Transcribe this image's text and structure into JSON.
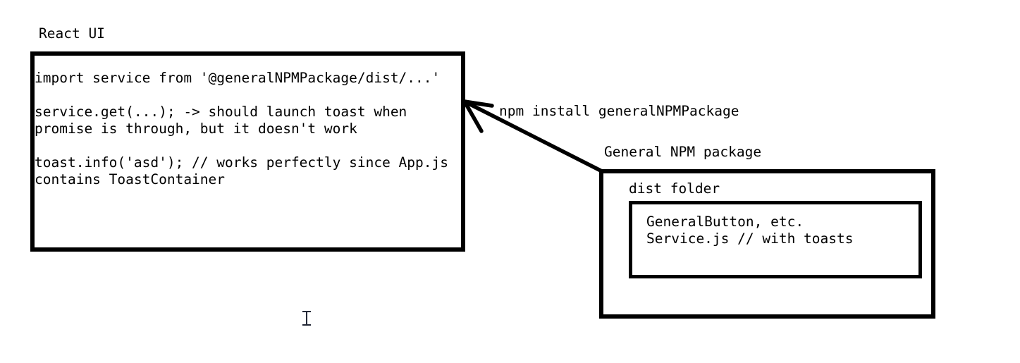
{
  "diagram": {
    "react_ui": {
      "label": "React UI",
      "code": "import service from '@generalNPMPackage/dist/...'\n\nservice.get(...); -> should launch toast when\npromise is through, but it doesn't work\n\ntoast.info('asd'); // works perfectly since App.js\ncontains ToastContainer"
    },
    "arrow": {
      "label": "npm install generalNPMPackage",
      "direction": "from General NPM package box to React UI box"
    },
    "npm_package": {
      "label": "General NPM package",
      "dist": {
        "label": "dist folder",
        "contents": "GeneralButton, etc.\nService.js // with toasts"
      }
    }
  },
  "colors": {
    "ink": "#000000",
    "background": "#ffffff",
    "cursor": "#232836"
  }
}
